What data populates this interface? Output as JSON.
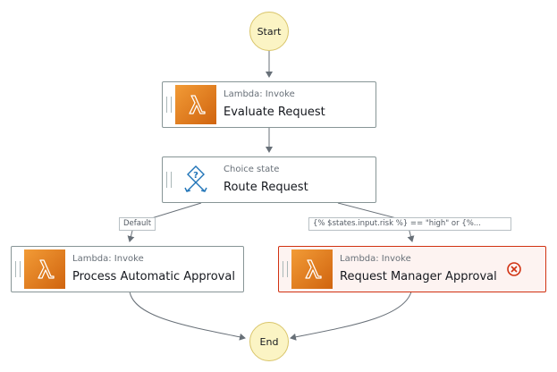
{
  "start": {
    "label": "Start"
  },
  "end": {
    "label": "End"
  },
  "states": {
    "evaluate": {
      "type": "Lambda: Invoke",
      "name": "Evaluate Request",
      "icon": "lambda-icon"
    },
    "route": {
      "type": "Choice state",
      "name": "Route Request",
      "icon": "choice-icon"
    },
    "auto": {
      "type": "Lambda: Invoke",
      "name": "Process Automatic Approval",
      "icon": "lambda-icon"
    },
    "manager": {
      "type": "Lambda: Invoke",
      "name": "Request Manager Approval",
      "icon": "lambda-icon",
      "status": "error"
    }
  },
  "edge_labels": {
    "default": "Default",
    "high": "{% $states.input.risk %} == \"high\" or {%..."
  },
  "colors": {
    "edge": "#687078",
    "error": "#d13212",
    "lambda_orange": "#d86613",
    "choice_blue": "#1f73b7"
  }
}
